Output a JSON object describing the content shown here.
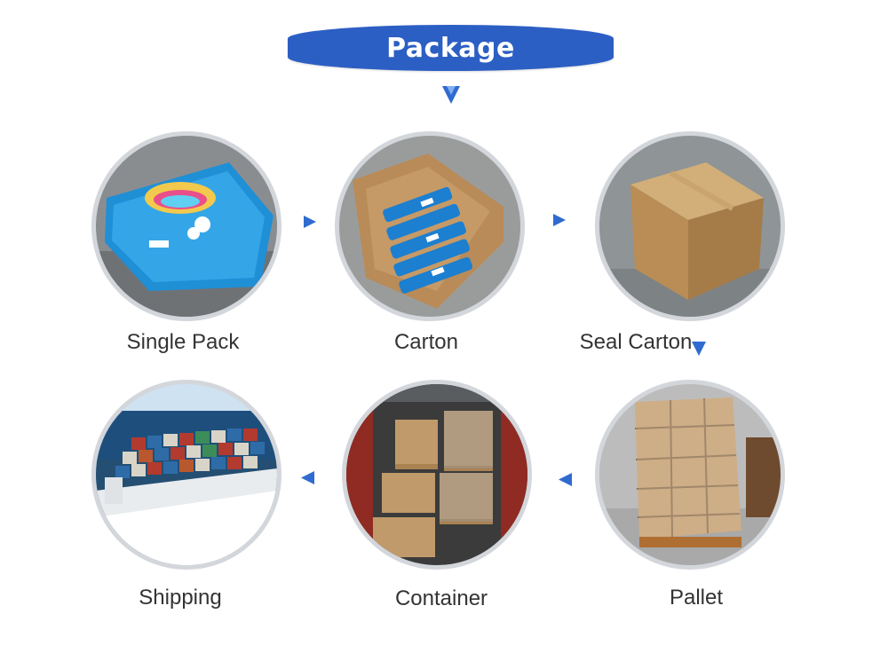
{
  "header": {
    "title": "Package"
  },
  "steps": [
    {
      "label": "Single Pack",
      "image": "single-pack-photo"
    },
    {
      "label": "Carton",
      "image": "open-carton-photo"
    },
    {
      "label": "Seal Carton",
      "image": "sealed-carton-photo"
    },
    {
      "label": "Pallet",
      "image": "pallet-photo"
    },
    {
      "label": "Container",
      "image": "container-photo"
    },
    {
      "label": "Shipping",
      "image": "cargo-ship-photo"
    }
  ],
  "colors": {
    "accent": "#2c5fc4",
    "arrow": "#2f6bd0",
    "text": "#333333"
  }
}
